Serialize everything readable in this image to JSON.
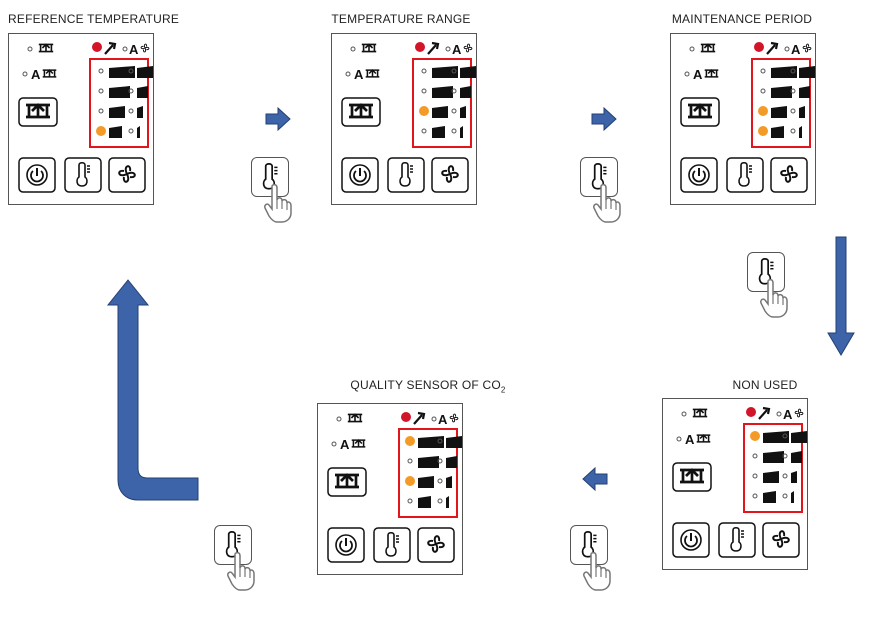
{
  "colors": {
    "arrow": "#3d64a8",
    "arrow_stroke": "#243f73",
    "highlight": "#e1161d",
    "led_on": "#f39a27",
    "led_alarm": "#d3152a"
  },
  "steps": [
    {
      "title": "REFERENCE TEMPERATURE",
      "active_led": 4
    },
    {
      "title": "TEMPERATURE RANGE",
      "active_led": 3
    },
    {
      "title": "MAINTENANCE PERIOD",
      "active_led": [
        3,
        4
      ]
    },
    {
      "title": "NON USED",
      "active_led": 1
    },
    {
      "title_main": "QUALITY SENSOR OF CO",
      "title_sub": "2",
      "active_led": [
        1,
        3
      ]
    }
  ],
  "panel_icons": {
    "left_column": [
      "bypass-icon",
      "auto-bypass-icon",
      "bypass-button-icon"
    ],
    "mid_column": [
      "alarm-led",
      "wrench-icon",
      "level-bars-icon"
    ],
    "right_column": [
      "auto-fan-icon",
      "fan-level-bars-icon"
    ],
    "bottom_buttons": [
      "power-button",
      "temperature-button",
      "fan-button"
    ]
  },
  "texts": {
    "auto_letter": "A"
  }
}
